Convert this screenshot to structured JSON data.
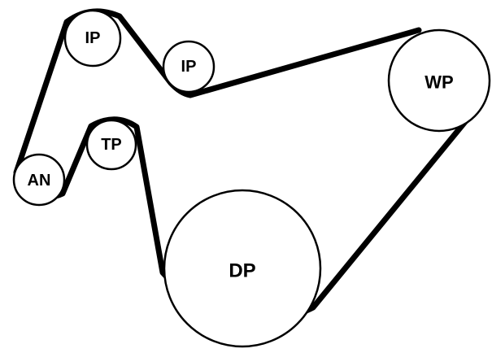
{
  "pulleys": [
    {
      "id": "ip1",
      "label": "IP"
    },
    {
      "id": "ip2",
      "label": "IP"
    },
    {
      "id": "wp",
      "label": "WP"
    },
    {
      "id": "dp",
      "label": "DP"
    },
    {
      "id": "tp",
      "label": "TP"
    },
    {
      "id": "an",
      "label": "AN"
    }
  ],
  "colors": {
    "belt": "#000000",
    "pulley_fill": "#ffffff",
    "pulley_stroke": "#000000",
    "label": "#000000"
  }
}
